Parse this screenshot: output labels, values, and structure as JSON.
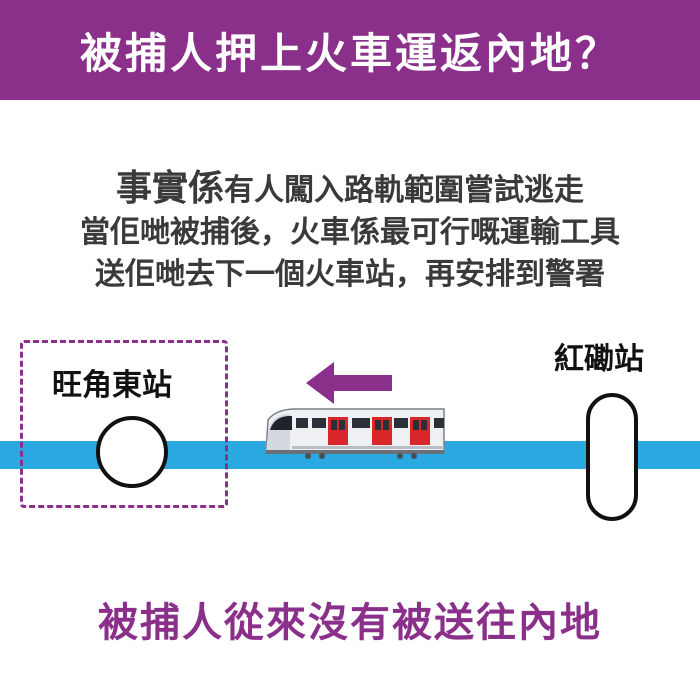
{
  "banner": {
    "title": "被捕人押上火車運返內地？"
  },
  "explanation": {
    "line1_lead": "事實係",
    "line1_rest": "有人闖入路軌範圍嘗試逃走",
    "line2": "當佢哋被捕後，火車係最可行嘅運輸工具",
    "line3": "送佢哋去下一個火車站，再安排到警署"
  },
  "diagram": {
    "left_station": "旺角東站",
    "right_station": "紅磡站",
    "direction": "towards left station",
    "colors": {
      "track": "#2aa9e0",
      "accent": "#8a2f8a",
      "train_red": "#d9262b"
    }
  },
  "footer": {
    "conclusion": "被捕人從來沒有被送往內地"
  }
}
